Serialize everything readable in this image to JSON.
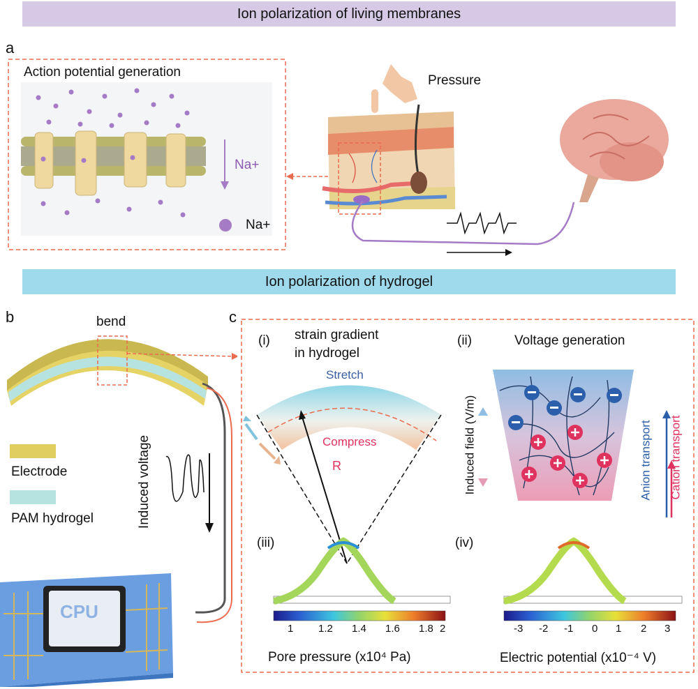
{
  "banners": {
    "top": "Ion polarization of living membranes",
    "middle": "Ion polarization  of hydrogel"
  },
  "panel_a": {
    "label": "a",
    "box_title": "Action potential generation",
    "flow_ion": "Na+",
    "legend_ion": "Na+",
    "pressure": "Pressure"
  },
  "panel_b": {
    "label": "b",
    "bend": "bend",
    "electrode": "Electrode",
    "hydrogel": "PAM hydrogel",
    "induced_voltage": "Induced voltage",
    "cpu": "CPU"
  },
  "panel_c": {
    "label": "c",
    "i": {
      "num": "(i)",
      "title_line1": "strain gradient",
      "title_line2": "in hydrogel",
      "stretch": "Stretch",
      "compress": "Compress",
      "radius": "R"
    },
    "ii": {
      "num": "(ii)",
      "title": "Voltage generation",
      "field_axis": "Induced field (V/m)",
      "anion": "Anion transport",
      "cation": "Cation transport"
    },
    "iii": {
      "num": "(iii)",
      "colorbar_ticks": [
        "1",
        "1.2",
        "1.4",
        "1.6",
        "1.8",
        "2"
      ],
      "caption": "Pore pressure (x10⁴ Pa)"
    },
    "iv": {
      "num": "(iv)",
      "colorbar_ticks": [
        "-3",
        "-2",
        "-1",
        "0",
        "1",
        "2",
        "3"
      ],
      "caption": "Electric potential (x10⁻⁴ V)"
    }
  },
  "colors": {
    "banner_top": "#d5c9e6",
    "banner_mid": "#9fd9ec",
    "dashed_box": "#ec6b4f",
    "electrode": "#e0cf5e",
    "hydrogel": "#b6e3df",
    "sodium": "#a57bc6",
    "anion": "#2b5fab",
    "cation": "#e0325e"
  }
}
